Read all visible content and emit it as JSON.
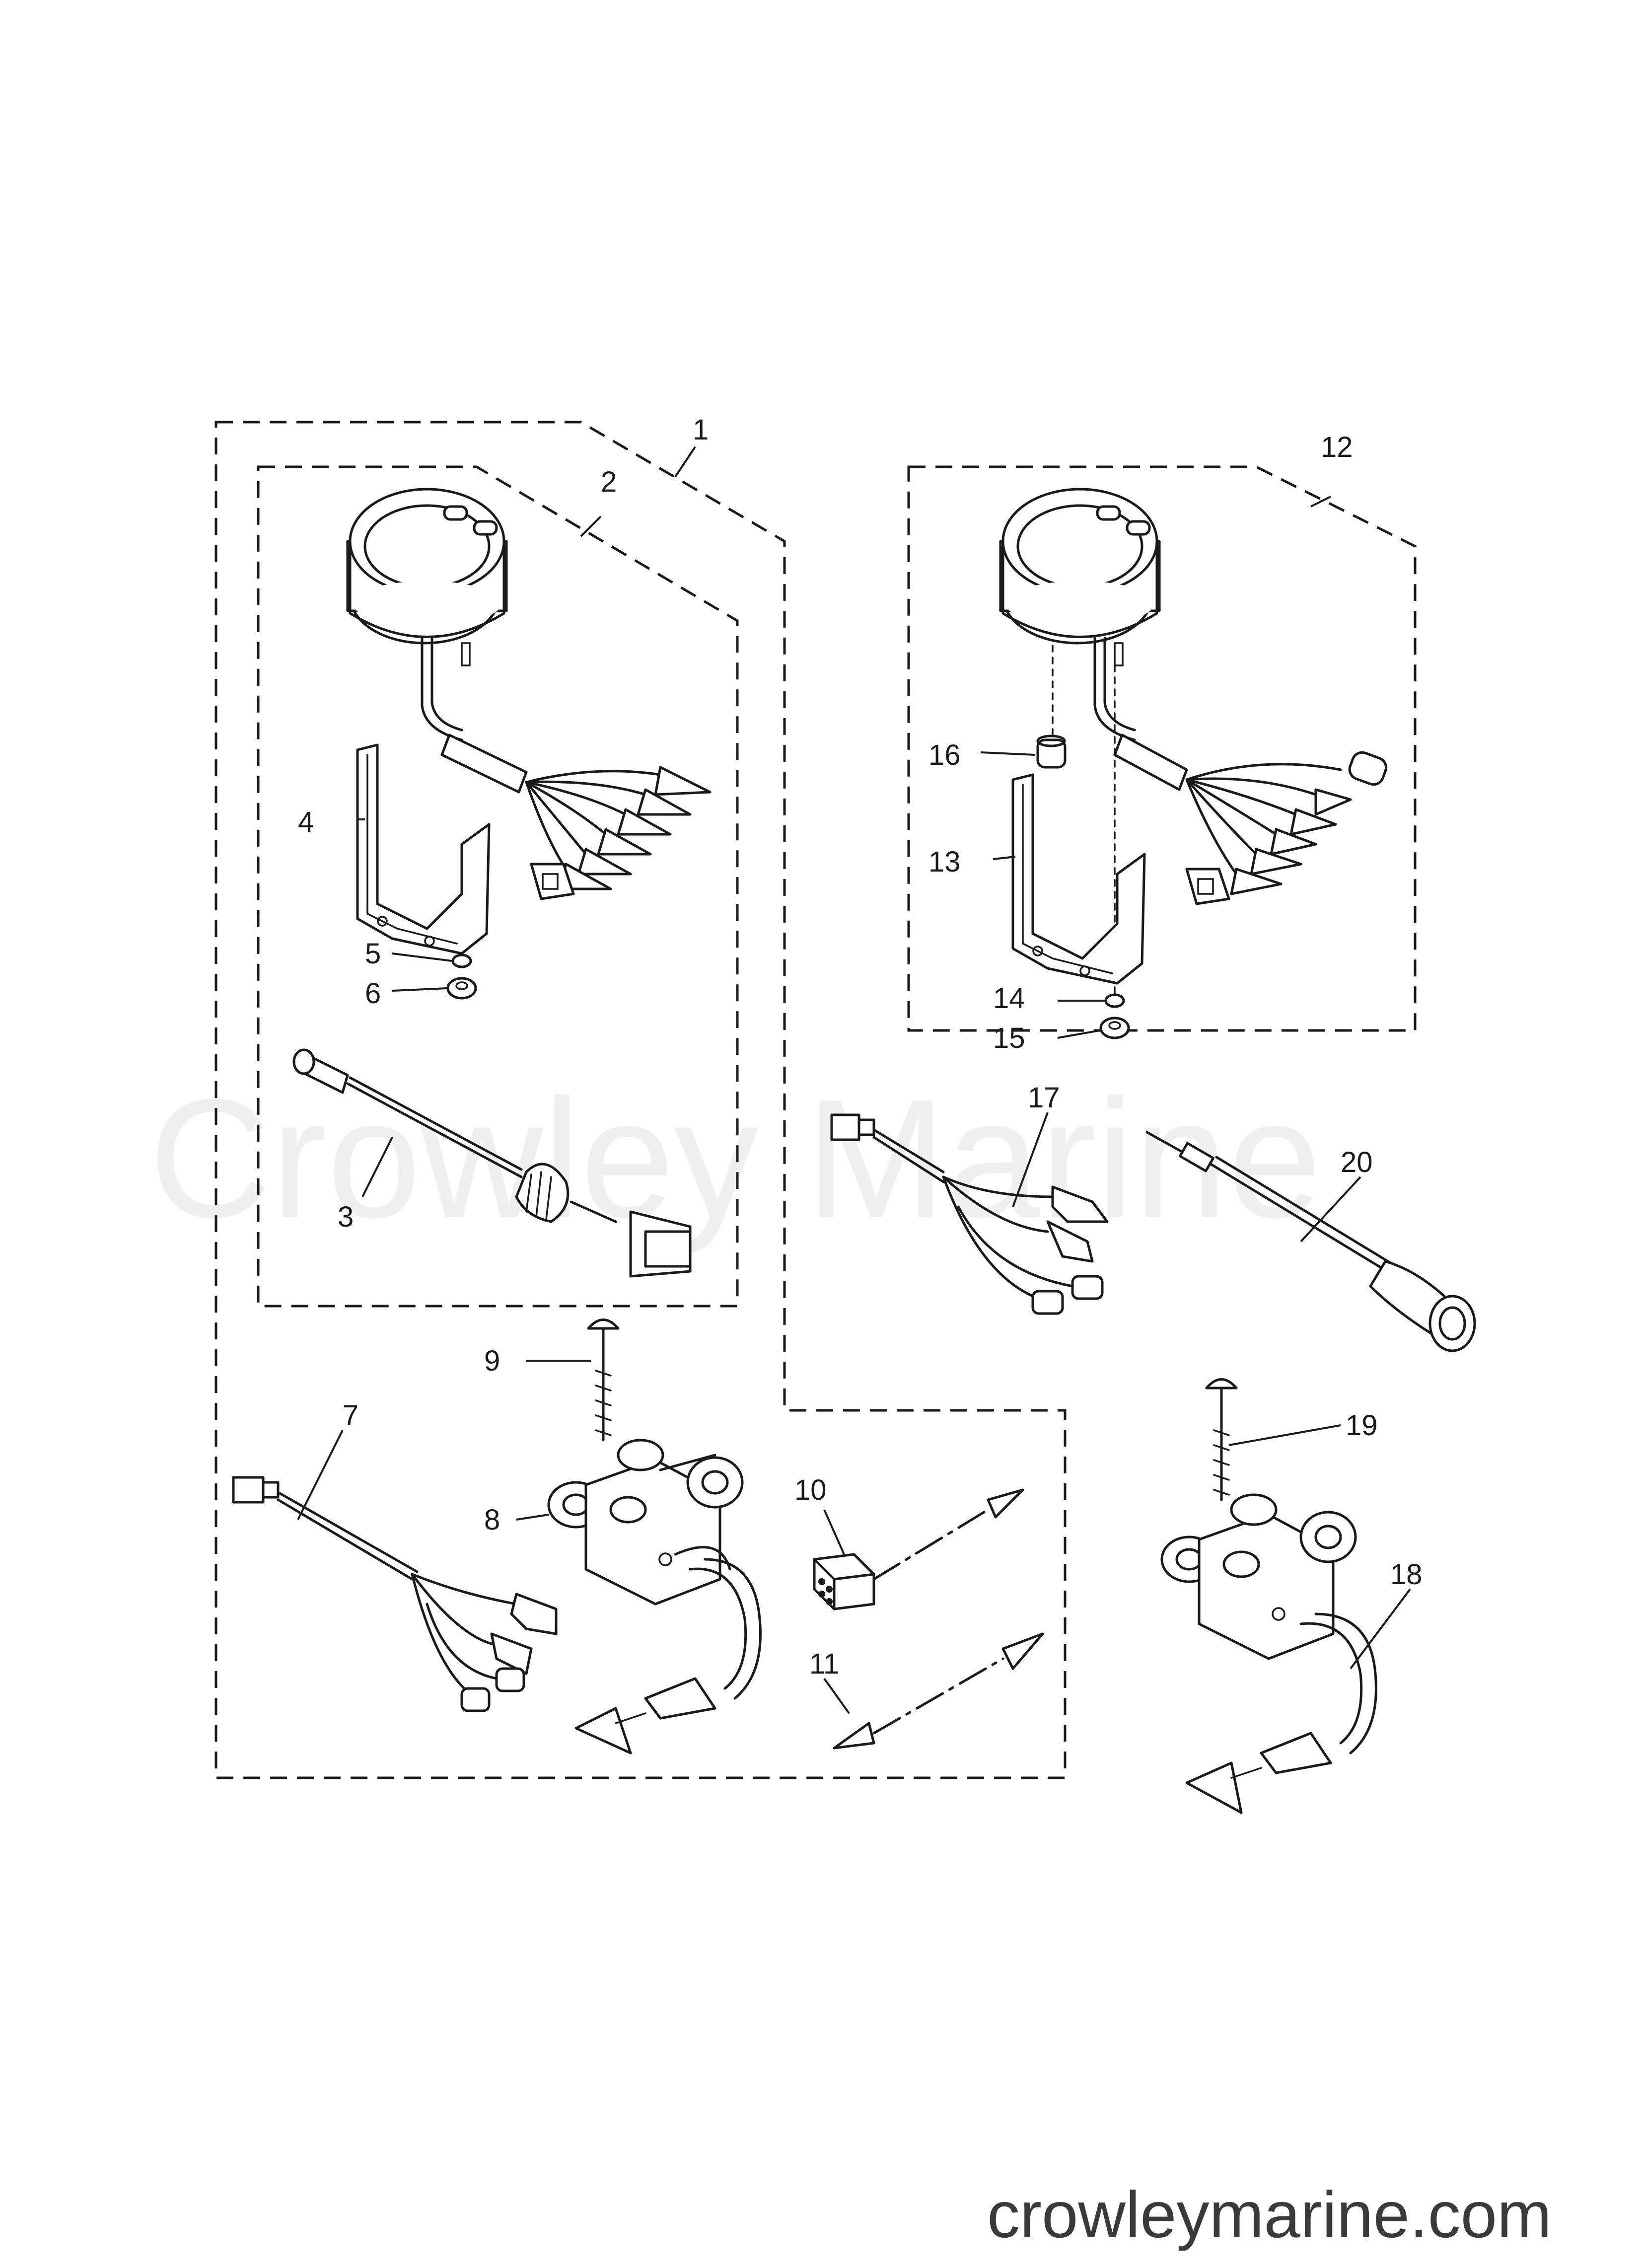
{
  "watermark": "Crowley Marine",
  "site_url": "crowleymarine.com",
  "callouts": {
    "c1": "1",
    "c2": "2",
    "c3": "3",
    "c4": "4",
    "c5": "5",
    "c6": "6",
    "c7": "7",
    "c8": "8",
    "c9": "9",
    "c10": "10",
    "c11": "11",
    "c12": "12",
    "c13": "13",
    "c14": "14",
    "c15": "15",
    "c16": "16",
    "c17": "17",
    "c18": "18",
    "c19": "19",
    "c20": "20"
  }
}
